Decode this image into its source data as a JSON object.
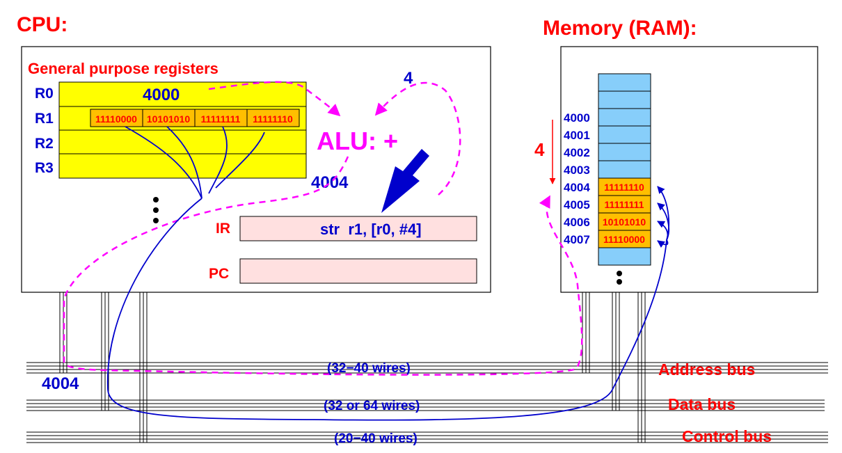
{
  "cpu": {
    "title": "CPU:",
    "gpr_label": "General purpose registers",
    "registers": [
      {
        "name": "R0",
        "value": "4000"
      },
      {
        "name": "R1",
        "bytes": [
          "11110000",
          "10101010",
          "11111111",
          "11111110"
        ]
      },
      {
        "name": "R2",
        "value": ""
      },
      {
        "name": "R3",
        "value": ""
      }
    ],
    "alu_label": "ALU: +",
    "offset_value": "4",
    "alu_result": "4004",
    "ir_label": "IR",
    "ir_value": "str  r1, [r0, #4]",
    "pc_label": "PC",
    "pc_value": ""
  },
  "memory": {
    "title": "Memory (RAM):",
    "offset_value": "4",
    "addresses": [
      "4000",
      "4001",
      "4002",
      "4003",
      "4004",
      "4005",
      "4006",
      "4007"
    ],
    "cells": [
      "",
      "",
      "",
      "",
      "11111110",
      "11111111",
      "10101010",
      "11110000"
    ]
  },
  "buses": {
    "address_value": "4004",
    "address": {
      "label": "Address bus",
      "wires": "(32−40 wires)"
    },
    "data": {
      "label": "Data bus",
      "wires": "(32 or 64 wires)"
    },
    "control": {
      "label": "Control bus",
      "wires": "(20−40 wires)"
    }
  },
  "colors": {
    "red": "#ff0000",
    "blue": "#0000cc",
    "magenta": "#ff00ff",
    "yellow": "#ffff00",
    "orange": "#ffbf00",
    "light_blue": "#87cefa",
    "pink": "#ffe0e0"
  }
}
